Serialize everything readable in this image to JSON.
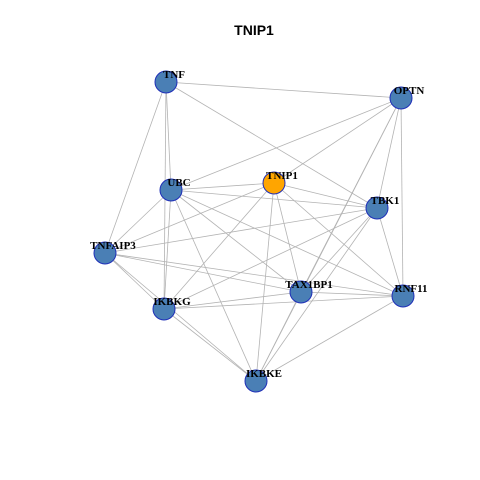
{
  "title": "TNIP1",
  "colors": {
    "node_default": "#4a7fb5",
    "node_highlight": "#ffa500",
    "node_border": "#1f2fb8",
    "edge": "#b3b3b3",
    "background": "#ffffff"
  },
  "nodes": [
    {
      "id": "TNF",
      "label": "TNF",
      "highlight": false
    },
    {
      "id": "OPTN",
      "label": "OPTN",
      "highlight": false
    },
    {
      "id": "UBC",
      "label": "UBC",
      "highlight": false
    },
    {
      "id": "TNIP1",
      "label": "TNIP1",
      "highlight": true
    },
    {
      "id": "TBK1",
      "label": "TBK1",
      "highlight": false
    },
    {
      "id": "TNFAIP3",
      "label": "TNFAIP3",
      "highlight": false
    },
    {
      "id": "TAX1BP1",
      "label": "TAX1BP1",
      "highlight": false
    },
    {
      "id": "RNF11",
      "label": "RNF11",
      "highlight": false
    },
    {
      "id": "IKBKG",
      "label": "IKBKG",
      "highlight": false
    },
    {
      "id": "IKBKE",
      "label": "IKBKE",
      "highlight": false
    }
  ],
  "edges": [
    [
      "TNF",
      "OPTN"
    ],
    [
      "TNF",
      "UBC"
    ],
    [
      "TNF",
      "TNFAIP3"
    ],
    [
      "TNF",
      "IKBKG"
    ],
    [
      "TNF",
      "TBK1"
    ],
    [
      "OPTN",
      "UBC"
    ],
    [
      "OPTN",
      "TNIP1"
    ],
    [
      "OPTN",
      "TBK1"
    ],
    [
      "OPTN",
      "TAX1BP1"
    ],
    [
      "OPTN",
      "RNF11"
    ],
    [
      "OPTN",
      "IKBKE"
    ],
    [
      "UBC",
      "TNIP1"
    ],
    [
      "UBC",
      "TNFAIP3"
    ],
    [
      "UBC",
      "TBK1"
    ],
    [
      "UBC",
      "TAX1BP1"
    ],
    [
      "UBC",
      "RNF11"
    ],
    [
      "UBC",
      "IKBKG"
    ],
    [
      "UBC",
      "IKBKE"
    ],
    [
      "TNIP1",
      "TNFAIP3"
    ],
    [
      "TNIP1",
      "TBK1"
    ],
    [
      "TNIP1",
      "TAX1BP1"
    ],
    [
      "TNIP1",
      "RNF11"
    ],
    [
      "TNIP1",
      "IKBKG"
    ],
    [
      "TNIP1",
      "IKBKE"
    ],
    [
      "TBK1",
      "TNFAIP3"
    ],
    [
      "TBK1",
      "TAX1BP1"
    ],
    [
      "TBK1",
      "RNF11"
    ],
    [
      "TBK1",
      "IKBKG"
    ],
    [
      "TBK1",
      "IKBKE"
    ],
    [
      "TNFAIP3",
      "TAX1BP1"
    ],
    [
      "TNFAIP3",
      "RNF11"
    ],
    [
      "TNFAIP3",
      "IKBKG"
    ],
    [
      "TNFAIP3",
      "IKBKE"
    ],
    [
      "TAX1BP1",
      "RNF11"
    ],
    [
      "TAX1BP1",
      "IKBKG"
    ],
    [
      "TAX1BP1",
      "IKBKE"
    ],
    [
      "RNF11",
      "IKBKG"
    ],
    [
      "RNF11",
      "IKBKE"
    ],
    [
      "IKBKG",
      "IKBKE"
    ]
  ]
}
